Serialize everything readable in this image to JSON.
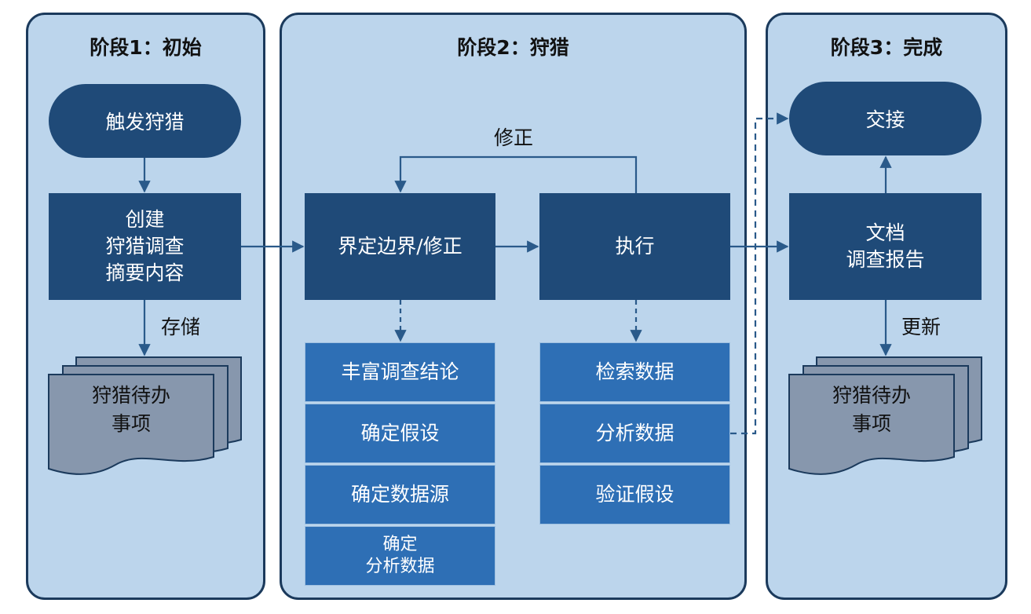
{
  "phases": [
    {
      "title": "阶段1：初始"
    },
    {
      "title": "阶段2：狩猎"
    },
    {
      "title": "阶段3：完成"
    }
  ],
  "nodes": {
    "trigger": "触发狩猎",
    "create": "创建\n狩猎调查\n摘要内容",
    "scope": "界定边界/修正",
    "execute": "执行",
    "handoff": "交接",
    "document": "文档\n调查报告"
  },
  "docs": {
    "backlog_left": "狩猎待办\n事项",
    "backlog_right": "狩猎待办\n事项"
  },
  "scope_tasks": [
    "丰富调查结论",
    "确定假设",
    "确定数据源",
    "确定\n分析数据"
  ],
  "execute_tasks": [
    "检索数据",
    "分析数据",
    "验证假设"
  ],
  "edge_labels": {
    "store": "存储",
    "revise": "修正",
    "update": "更新"
  },
  "colors": {
    "phase_bg": "#bcd5ec",
    "dark_node": "#1f4a78",
    "light_node": "#2e6fb5",
    "doc_fill": "#8797ad"
  }
}
